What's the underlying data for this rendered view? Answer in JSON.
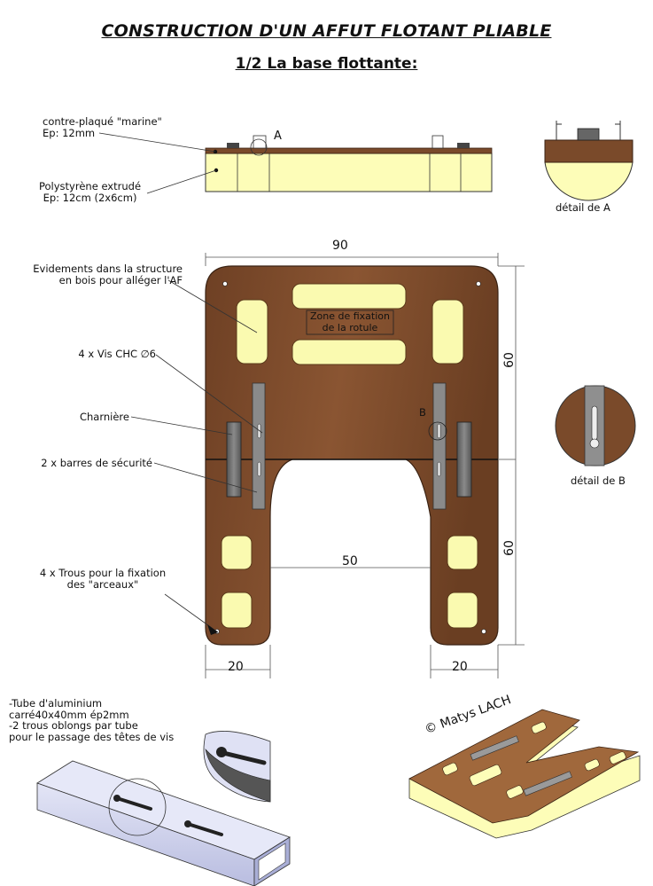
{
  "title": "CONSTRUCTION D'UN AFFUT FLOTANT PLIABLE",
  "subtitle": "1/2 La base flottante:",
  "side_view": {
    "label_plywood_1": "contre-plaqué \"marine\"",
    "label_plywood_2": "Ep: 12mm",
    "label_foam_1": "Polystyrène extrudé",
    "label_foam_2": "Ep: 12cm (2x6cm)",
    "marker_a": "A"
  },
  "detail_a": {
    "caption": "détail de A"
  },
  "detail_b": {
    "caption": "détail de B"
  },
  "plan": {
    "dim_width": "90",
    "dim_upper_height": "60",
    "dim_lower_height": "60",
    "dim_gap": "50",
    "dim_left_leg": "20",
    "dim_right_leg": "20",
    "zone_1": "Zone de fixation",
    "zone_2": "de la rotule",
    "marker_b": "B",
    "label_recess_1": "Evidements dans la structure",
    "label_recess_2": "en bois pour alléger l'AF",
    "label_screws": "4 x Vis CHC  ∅6",
    "label_hinge": "Charnière",
    "label_bars": "2 x barres de sécurité",
    "label_holes_1": "4 x Trous pour la fixation",
    "label_holes_2": "des \"arceaux\""
  },
  "tube": {
    "line_1": "-Tube d'aluminium",
    "line_2": "carré40x40mm ép2mm",
    "line_3": "-2 trous oblongs par tube",
    "line_4": "pour le passage des têtes de vis"
  },
  "copyright": "© Matys LACH",
  "colors": {
    "wood": "#7a4a2a",
    "foam": "#fdfdb8",
    "steel": "#6b6b6b",
    "aluminium": "#c9ccea"
  }
}
